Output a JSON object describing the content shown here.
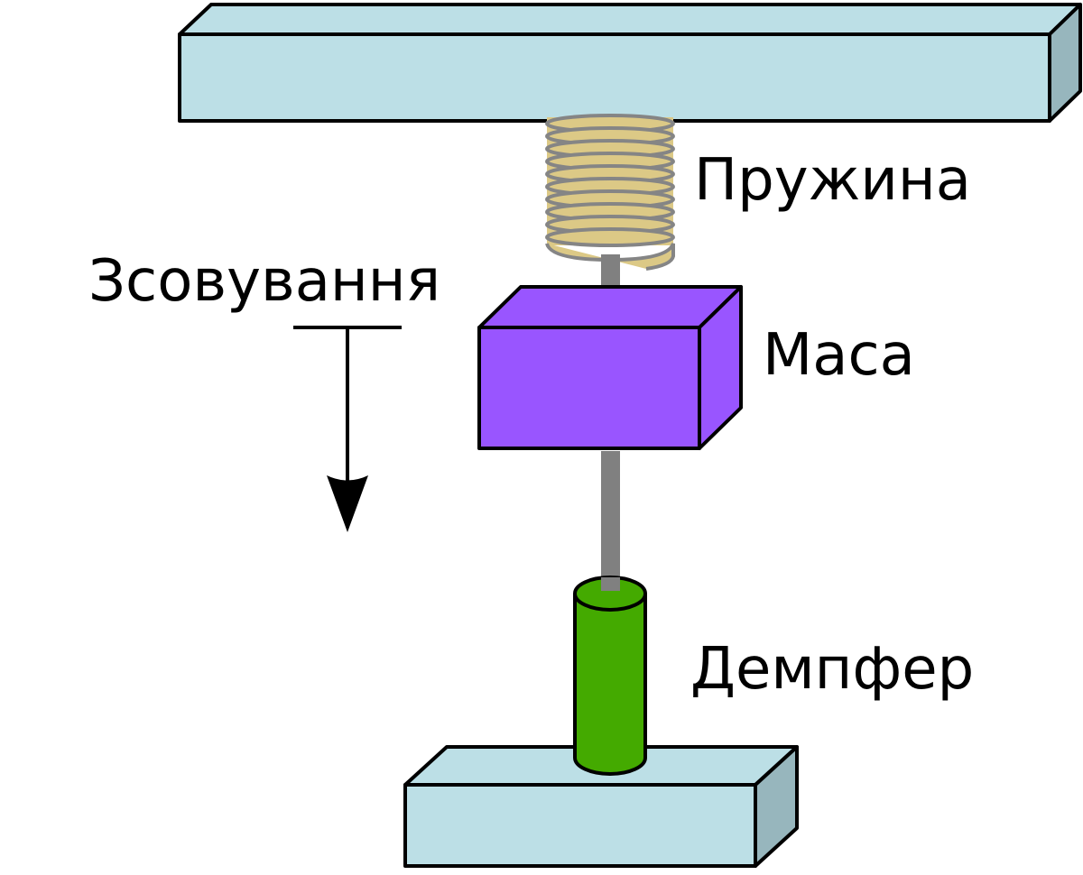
{
  "labels": {
    "spring": "Пружина",
    "mass": "Маса",
    "damper": "Демпфер",
    "displacement": "Зсовування"
  },
  "colors": {
    "beam_front": "#bcdfe6",
    "beam_side": "#97b6bd",
    "spring_coil": "#dcc986",
    "spring_outline": "#858585",
    "rod": "#808080",
    "mass": "#9955ff",
    "damper": "#44aa00",
    "outline": "#000000"
  }
}
